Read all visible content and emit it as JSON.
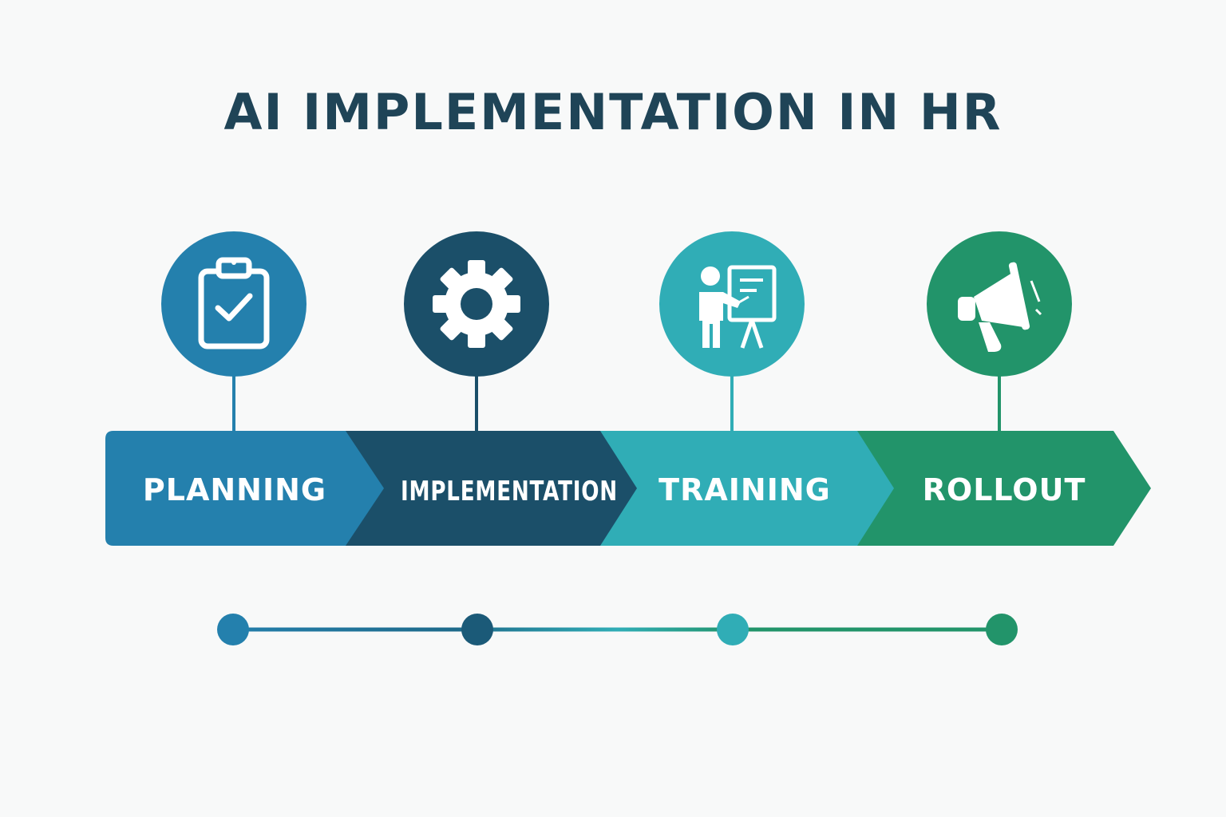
{
  "title": "AI IMPLEMENTATION IN HR",
  "colors": {
    "background": "#f8f9f9",
    "title": "#1f4457",
    "planning": "#2480ad",
    "implementation": "#1b4f69",
    "training": "#30adb6",
    "rollout": "#22946a"
  },
  "stages": [
    {
      "label": "PLANNING",
      "icon": "clipboard-check-icon",
      "color": "#2480ad"
    },
    {
      "label": "IMPLEMENTATION",
      "icon": "gear-icon",
      "color": "#1b4f69"
    },
    {
      "label": "TRAINING",
      "icon": "presenter-whiteboard-icon",
      "color": "#30adb6"
    },
    {
      "label": "ROLLOUT",
      "icon": "megaphone-icon",
      "color": "#22946a"
    }
  ]
}
